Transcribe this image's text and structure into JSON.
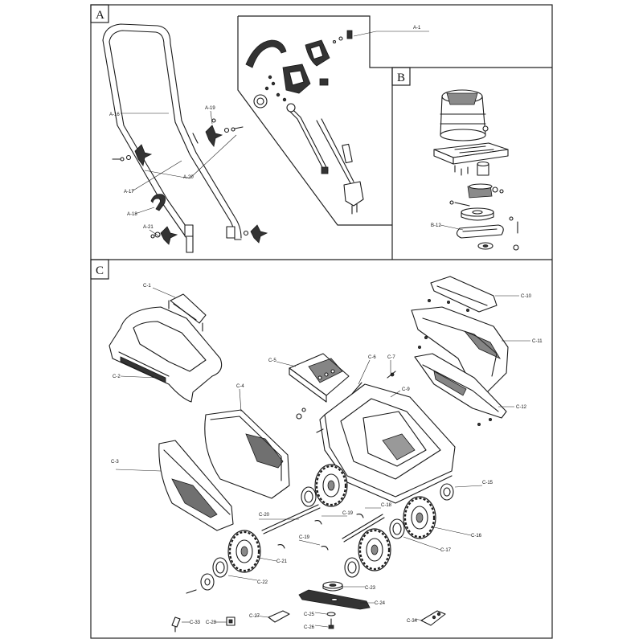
{
  "sections": {
    "a": "A",
    "b": "B",
    "c": "C"
  },
  "labels": {
    "a1": "A-1",
    "a16": "A-16",
    "a17": "A-17",
    "a18": "A-18",
    "a19": "A-19",
    "a20": "A-20",
    "a21": "A-21",
    "b12": "B-12",
    "c1": "C-1",
    "c2": "C-2",
    "c3": "C-3",
    "c4": "C-4",
    "c5": "C-5",
    "c6": "C-6",
    "c7": "C-7",
    "c9": "C-9",
    "c10": "C-10",
    "c11": "C-11",
    "c12": "C-12",
    "c15": "C-15",
    "c16": "C-16",
    "c17": "C-17",
    "c18": "C-18",
    "c19a": "C-19",
    "c19b": "C-19",
    "c20": "C-20",
    "c21": "C-21",
    "c22": "C-22",
    "c23": "C-23",
    "c24": "C-24",
    "c25": "C-25",
    "c26": "C-26",
    "c27": "C-27",
    "c28": "C-28",
    "c33": "C-33",
    "c34": "C-34"
  }
}
